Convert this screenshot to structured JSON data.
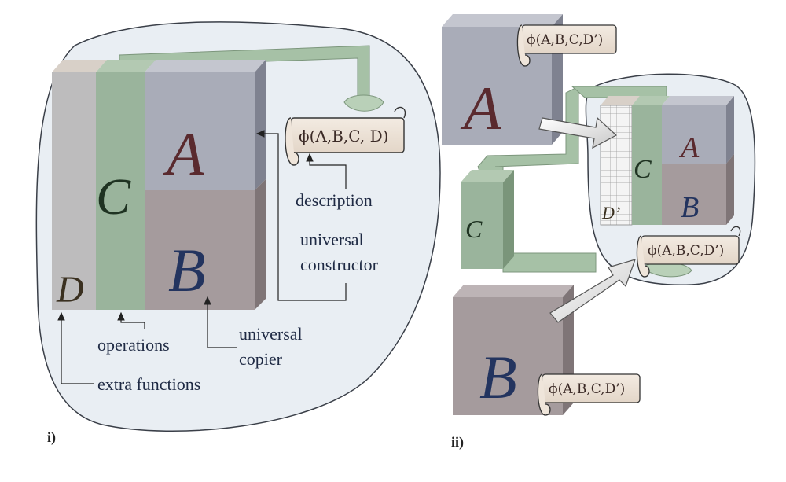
{
  "panel_i": {
    "label": "i)",
    "blocks": {
      "a": "A",
      "b": "B",
      "c": "C",
      "d": "D"
    },
    "scroll_text": "ϕ(A,B,C, D)",
    "annotations": {
      "description": "description",
      "universal_constructor_1": "universal",
      "universal_constructor_2": "constructor",
      "operations": "operations",
      "universal_copier_1": "universal",
      "universal_copier_2": "copier",
      "extra_functions": "extra functions"
    }
  },
  "panel_ii": {
    "label": "ii)",
    "blocks": {
      "a": "A",
      "b": "B",
      "c": "C"
    },
    "scroll_a": "ϕ(A,B,C,D’)",
    "scroll_b": "ϕ(A,B,C,D’)",
    "scroll_result": "ϕ(A,B,C,D’)",
    "result_blocks": {
      "a": "A",
      "b": "B",
      "c": "C",
      "d": "D’"
    }
  },
  "colors": {
    "block_a": "#a9acb8",
    "block_b": "#a59b9d",
    "block_c": "#9ab49c",
    "block_d": "#bdbcbd",
    "letter_a": "#5a2a2e",
    "letter_b": "#23345f",
    "letter_c": "#1f3322",
    "cell_fill": "#e9eef3"
  }
}
